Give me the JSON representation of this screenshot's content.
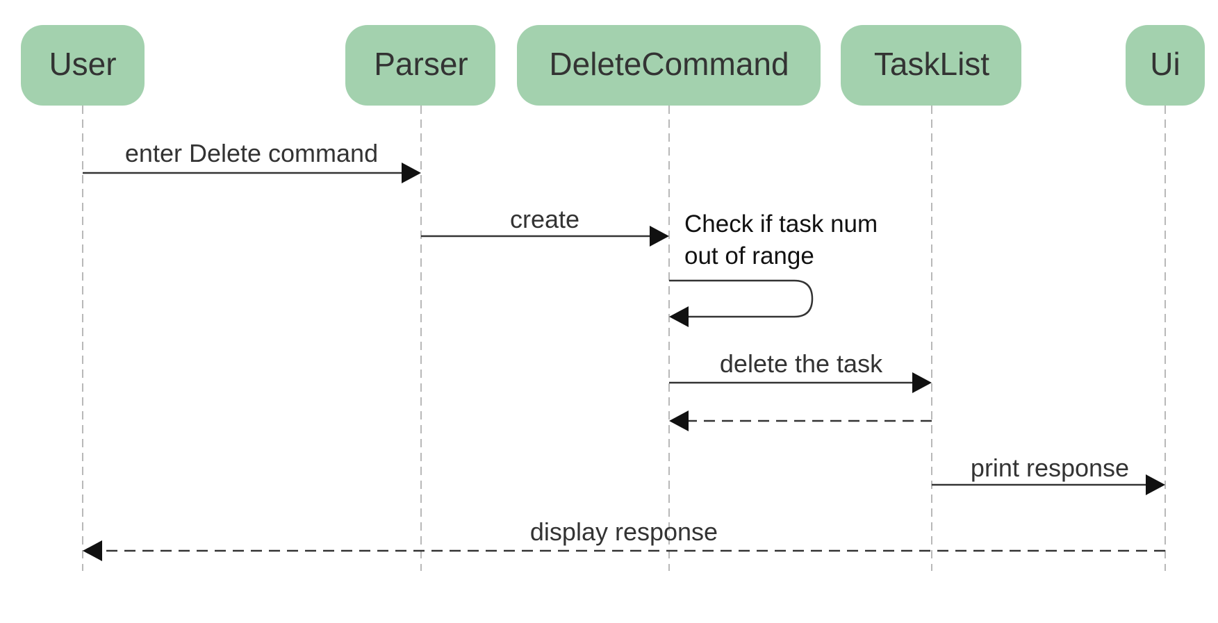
{
  "colors": {
    "participant_fill": "#a3d1ae",
    "lifeline": "#b8b8b8",
    "arrow": "#333333",
    "text": "#333333"
  },
  "participants": [
    {
      "label": "User"
    },
    {
      "label": "Parser"
    },
    {
      "label": "DeleteCommand"
    },
    {
      "label": "TaskList"
    },
    {
      "label": "Ui"
    }
  ],
  "messages": [
    {
      "label": "enter Delete command",
      "from": "User",
      "to": "Parser",
      "kind": "sync"
    },
    {
      "label": "create",
      "from": "Parser",
      "to": "DeleteCommand",
      "kind": "sync"
    },
    {
      "label": "",
      "from": "DeleteCommand",
      "to": "DeleteCommand",
      "kind": "self"
    },
    {
      "label": "delete the task",
      "from": "DeleteCommand",
      "to": "TaskList",
      "kind": "sync"
    },
    {
      "label": "",
      "from": "TaskList",
      "to": "DeleteCommand",
      "kind": "return"
    },
    {
      "label": "print response",
      "from": "TaskList",
      "to": "Ui",
      "kind": "sync"
    },
    {
      "label": "display response",
      "from": "Ui",
      "to": "User",
      "kind": "return"
    }
  ],
  "note": {
    "line1": "Check if task num",
    "line2": "out of range"
  }
}
